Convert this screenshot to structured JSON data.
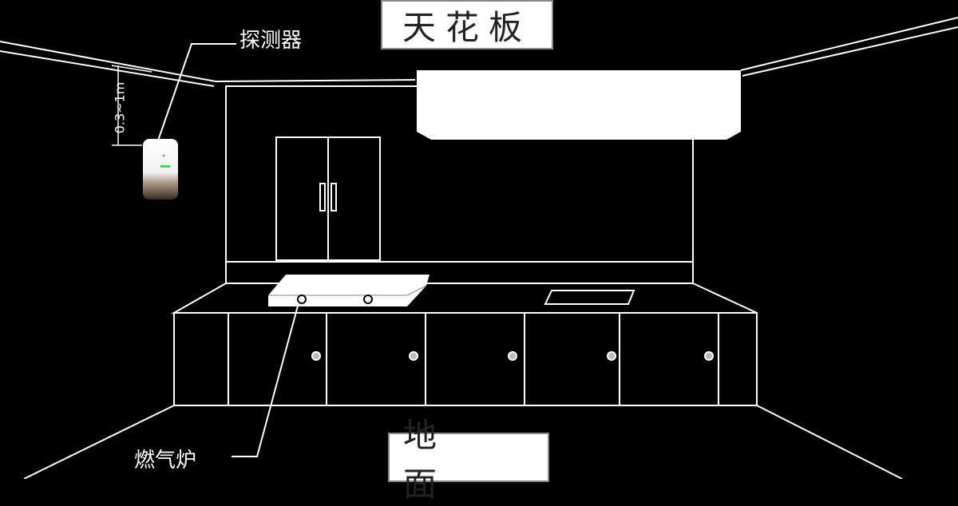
{
  "labels": {
    "ceiling": "天花板",
    "floor": "地　面",
    "detector": "探测器",
    "stove": "燃气炉",
    "distance": "0.3~1m"
  },
  "colors": {
    "background": "#000000",
    "line": "#ffffff",
    "detector_indicator": "#3ddc54",
    "knob": "#bbbbbb"
  },
  "icons": {
    "detector": "gas-detector-icon",
    "cabinet_knob": "knob-icon"
  }
}
